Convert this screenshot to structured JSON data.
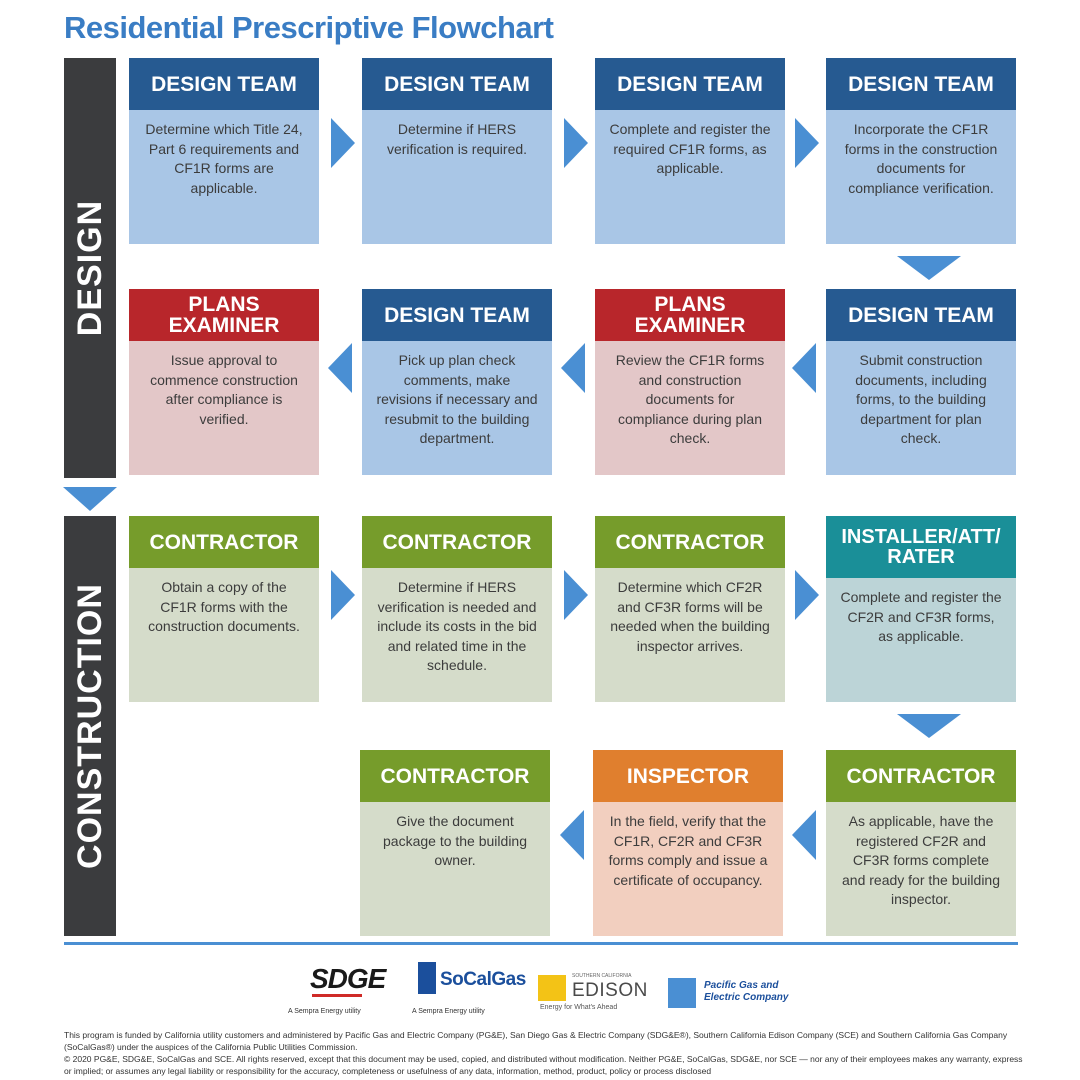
{
  "title": "Residential Prescriptive Flowchart",
  "phases": {
    "design": "DESIGN",
    "construction": "CONSTRUCTION"
  },
  "design_row1": [
    {
      "role": "DESIGN TEAM",
      "text": "Determine which Title 24, Part 6 requirements and CF1R forms are applicable."
    },
    {
      "role": "DESIGN TEAM",
      "text": "Determine if HERS verification is required."
    },
    {
      "role": "DESIGN TEAM",
      "text": "Complete and register the required CF1R forms, as applicable."
    },
    {
      "role": "DESIGN TEAM",
      "text": "Incorporate the CF1R forms in the construction documents for compliance verification."
    }
  ],
  "design_row2": [
    {
      "role": "PLANS EXAMINER",
      "text": "Issue approval to commence construction after compliance is verified."
    },
    {
      "role": "DESIGN TEAM",
      "text": "Pick up plan check comments, make revisions if necessary and resubmit to the building department."
    },
    {
      "role": "PLANS EXAMINER",
      "text": "Review the CF1R forms and construction documents for compliance during plan check."
    },
    {
      "role": "DESIGN TEAM",
      "text": "Submit construction documents, including forms, to the building department for plan check."
    }
  ],
  "construction_row1": [
    {
      "role": "CONTRACTOR",
      "text": "Obtain a copy of the CF1R forms with the construction documents."
    },
    {
      "role": "CONTRACTOR",
      "text": "Determine if HERS verification is needed and include its costs in the bid and related time in the schedule."
    },
    {
      "role": "CONTRACTOR",
      "text": "Determine which CF2R and CF3R forms will be needed when the building inspector arrives."
    },
    {
      "role": "INSTALLER/ATT/ RATER",
      "text": "Complete and register the CF2R and CF3R forms, as applicable."
    }
  ],
  "construction_row2": [
    {
      "role": "CONTRACTOR",
      "text": "Give the document package to the building owner."
    },
    {
      "role": "INSPECTOR",
      "text": "In the field, verify that the CF1R, CF2R and CF3R forms comply and issue a certificate of occupancy."
    },
    {
      "role": "CONTRACTOR",
      "text": "As applicable, have the registered CF2R and CF3R forms complete and ready for the building inspector."
    }
  ],
  "logos": {
    "sdge": "SDGE",
    "sdge_sub": "A Sempra Energy utility",
    "socalgas": "SoCalGas",
    "socalgas_sub": "A Sempra Energy utility",
    "edison_small": "SOUTHERN CALIFORNIA",
    "edison": "EDISON",
    "edison_tag": "Energy for What's Ahead",
    "pge_line1": "Pacific Gas and",
    "pge_line2": "Electric Company"
  },
  "footer": {
    "line1": "This program is funded by California utility customers and administered by Pacific Gas and Electric Company (PG&E), San Diego Gas & Electric Company (SDG&E®), Southern California Edison Company (SCE) and Southern California Gas Company (SoCalGas®) under the auspices of the California Public Utilities Commission.",
    "line2": "© 2020 PG&E, SDG&E, SoCalGas and SCE. All rights reserved, except that this document may be used, copied, and distributed without modification. Neither PG&E, SoCalGas, SDG&E, nor SCE — nor any of their employees makes any warranty, express or implied; or assumes any legal liability or responsibility for the accuracy, completeness or usefulness of any data, information, method, product, policy or process disclosed"
  },
  "colors": {
    "design_team": "#265a91",
    "plans_examiner": "#b8262b",
    "contractor": "#769c2b",
    "installer": "#1a8f98",
    "inspector": "#e07f2e",
    "arrow": "#4a8fd3"
  }
}
